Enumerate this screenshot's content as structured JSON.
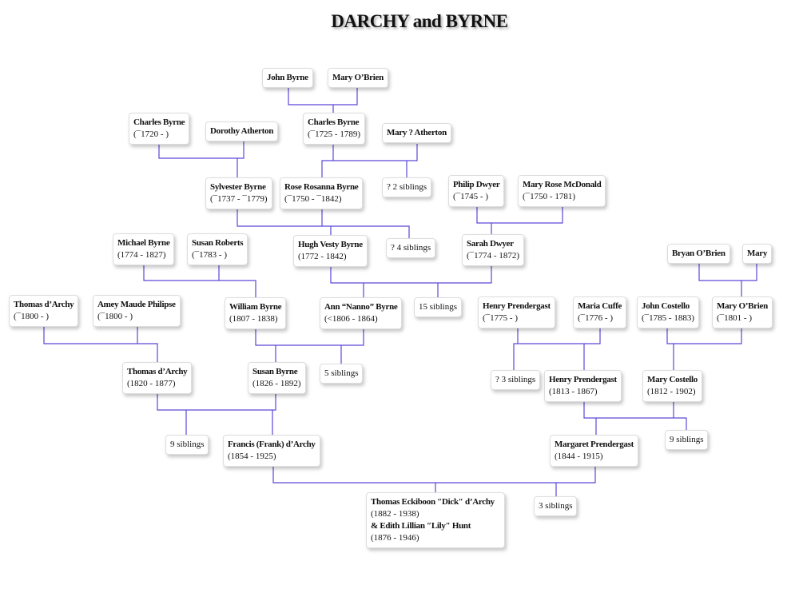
{
  "title": "DARCHY and BYRNE",
  "line_color": "#5a48d8",
  "people": {
    "john_byrne": {
      "name": "John Byrne"
    },
    "mary_obrien_1": {
      "name": "Mary O’Brien"
    },
    "charles_byrne_1720": {
      "name": "Charles Byrne",
      "dates": "(¯1720 - )"
    },
    "dorothy_atherton": {
      "name": "Dorothy Atherton"
    },
    "charles_byrne_1725": {
      "name": "Charles Byrne",
      "dates": "(¯1725 - 1789)"
    },
    "mary_atherton": {
      "name": "Mary ? Atherton"
    },
    "sylvester_byrne": {
      "name": "Sylvester Byrne",
      "dates": "(¯1737 - ¯1779)"
    },
    "rose_rosanna_byrne": {
      "name": "Rose Rosanna Byrne",
      "dates": "(¯1750 - ¯1842)"
    },
    "philip_dwyer": {
      "name": "Philip Dwyer",
      "dates": "(¯1745 - )"
    },
    "mary_rose_mcdonald": {
      "name": "Mary Rose McDonald",
      "dates": "(¯1750 - 1781)"
    },
    "michael_byrne": {
      "name": "Michael Byrne",
      "dates": "(1774 - 1827)"
    },
    "susan_roberts": {
      "name": "Susan Roberts",
      "dates": "(¯1783 - )"
    },
    "hugh_vesty_byrne": {
      "name": "Hugh Vesty Byrne",
      "dates": "(1772 - 1842)"
    },
    "sarah_dwyer": {
      "name": "Sarah Dwyer",
      "dates": "(¯1774 - 1872)"
    },
    "bryan_obrien": {
      "name": "Bryan O’Brien"
    },
    "mary": {
      "name": "Mary"
    },
    "thomas_darchy_1800": {
      "name": "Thomas d’Archy",
      "dates": "(¯1800 - )"
    },
    "amey_maude_philipse": {
      "name": "Amey Maude Philipse",
      "dates": "(¯1800 - )"
    },
    "william_byrne": {
      "name": "William Byrne",
      "dates": "(1807 - 1838)"
    },
    "ann_nanno_byrne": {
      "name": "Ann “Nanno” Byrne",
      "dates": "(<1806 - 1864)"
    },
    "henry_prendergast_1775": {
      "name": "Henry Prendergast",
      "dates": "(¯1775 - )"
    },
    "maria_cuffe": {
      "name": "Maria Cuffe",
      "dates": "(¯1776 - )"
    },
    "john_costello": {
      "name": "John Costello",
      "dates": "(¯1785 - 1883)"
    },
    "mary_obrien_2": {
      "name": "Mary O’Brien",
      "dates": "(¯1801 - )"
    },
    "thomas_darchy_1820": {
      "name": "Thomas d’Archy",
      "dates": "(1820 - 1877)"
    },
    "susan_byrne": {
      "name": "Susan Byrne",
      "dates": "(1826 - 1892)"
    },
    "henry_prendergast_1813": {
      "name": "Henry Prendergast",
      "dates": "(1813 - 1867)"
    },
    "mary_costello": {
      "name": "Mary Costello",
      "dates": "(1812 - 1902)"
    },
    "francis_darchy": {
      "name": "Francis (Frank) d’Archy",
      "dates": "(1854 - 1925)"
    },
    "margaret_prendergast": {
      "name": "Margaret Prendergast",
      "dates": "(1844 - 1915)"
    },
    "thomas_eckiboon": {
      "name": "Thomas Eckiboon ″Dick″ d’Archy",
      "dates": "(1882 - 1938)",
      "spouse_name": "& Edith Lillian ″Lily″ Hunt",
      "spouse_dates": "(1876 - 1946)"
    }
  },
  "siblings": {
    "s2": "? 2 siblings",
    "s4": "? 4 siblings",
    "s15": "15 siblings",
    "s5": "5 siblings",
    "s3": "? 3 siblings",
    "s9a": "9 siblings",
    "s9b": "9 siblings",
    "s3b": "3 siblings"
  }
}
